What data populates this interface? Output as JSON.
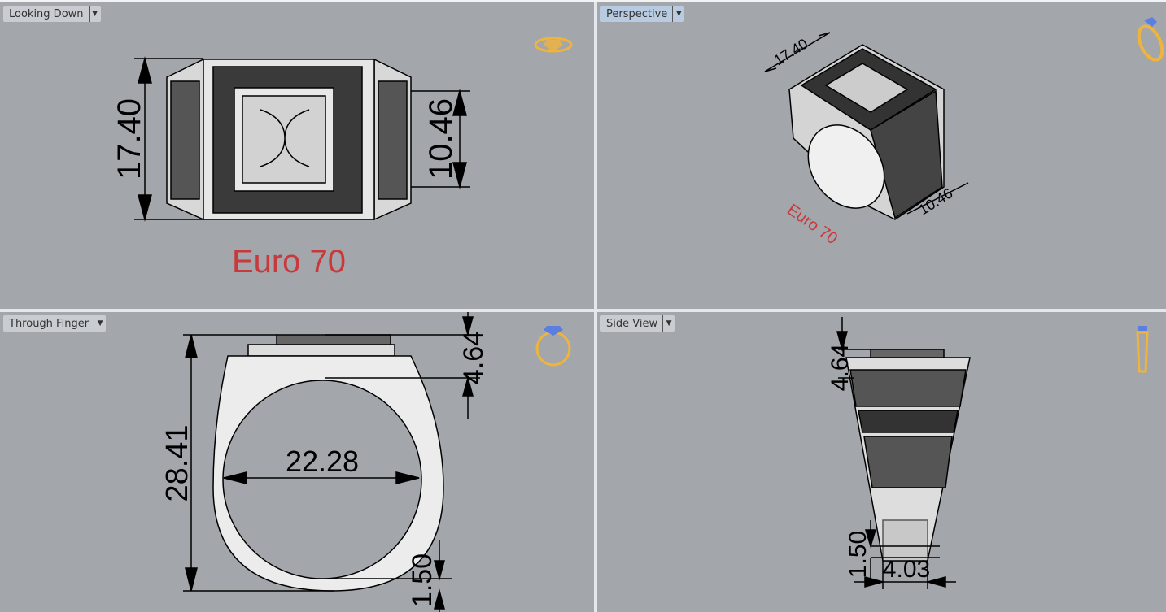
{
  "viewports": [
    {
      "title": "Looking Down",
      "dims": [
        "17.40",
        "10.46"
      ],
      "label": "Euro 70",
      "icon": "ring-top-icon"
    },
    {
      "title": "Perspective",
      "dims": [
        "17.40",
        "10.46"
      ],
      "label": "Euro 70",
      "icon": "ring-perspective-icon"
    },
    {
      "title": "Through Finger",
      "dims": [
        "28.41",
        "22.28",
        "4.64",
        "1.50"
      ],
      "icon": "ring-front-icon"
    },
    {
      "title": "Side View",
      "dims": [
        "4.64",
        "1.50",
        "4.03"
      ],
      "icon": "ring-side-icon"
    }
  ],
  "colors": {
    "background": "#a3a6ab",
    "label": "#c8393c",
    "icon_gold": "#f0b43c",
    "icon_gem": "#5b7fe0",
    "active_tab": "#b9cbe0"
  }
}
